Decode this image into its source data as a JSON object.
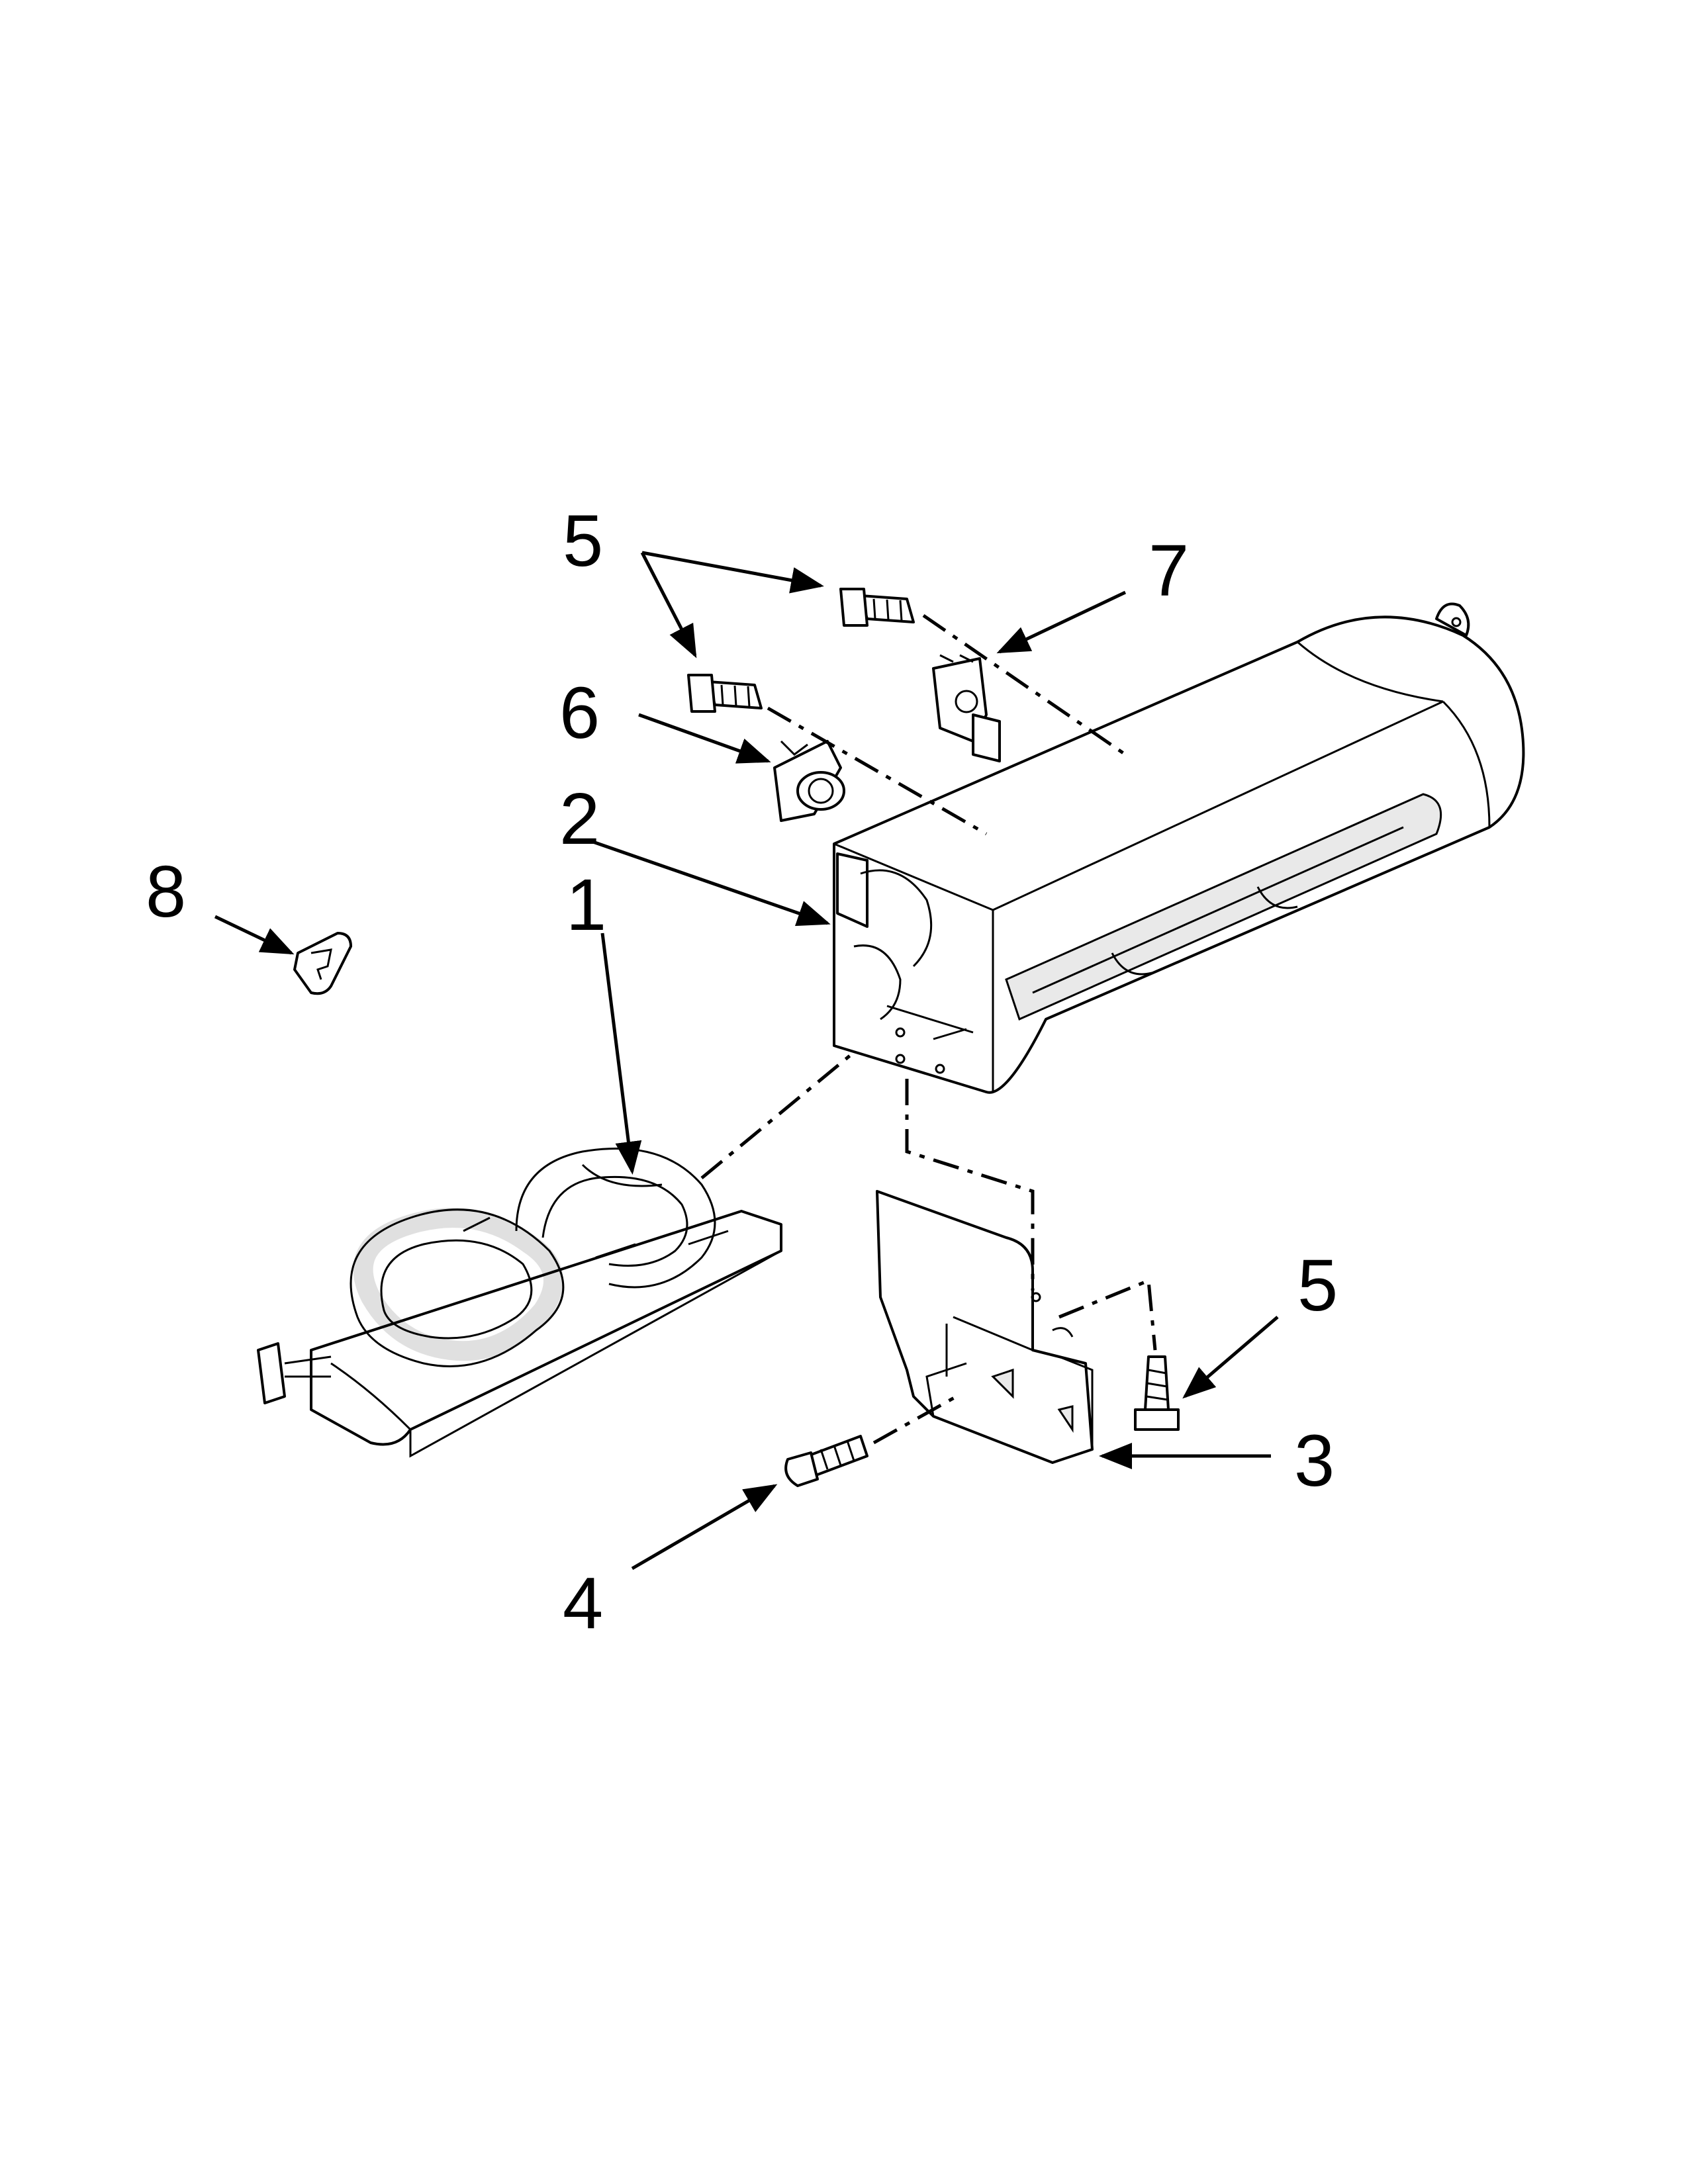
{
  "callouts": {
    "c1": "1",
    "c2": "2",
    "c3": "3",
    "c4": "4",
    "c5_top": "5",
    "c5_right": "5",
    "c6": "6",
    "c7": "7",
    "c8": "8"
  },
  "colors": {
    "line": "#000000",
    "background": "#ffffff",
    "shade": "#e9e9e9"
  }
}
